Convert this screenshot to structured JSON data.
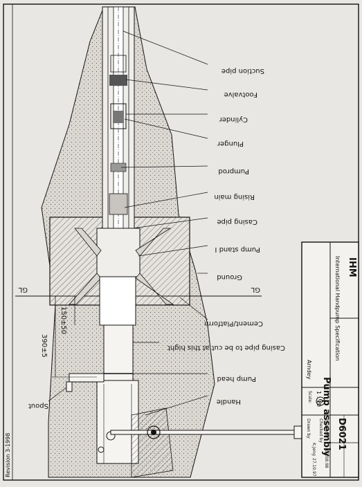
{
  "labels": {
    "suction_pipe": "Suction pipe",
    "footvalve": "Footvalve",
    "cylinder": "Cylinder",
    "plunger": "Plunger",
    "pumprod": "Pumprod",
    "rising_main": "Rising main",
    "casing_pipe": "Casing pipe",
    "pump_stand": "Pump stand I",
    "ground": "Ground",
    "cement_platform": "Cement/Platform",
    "casing_cut": "Casing pipe to be cut at this hight",
    "pump_head": "Pump head",
    "handle": "Handle",
    "spout": "Spout",
    "gl_left": "GL",
    "gl_right": "GL",
    "dim_150": "150±50",
    "dim_390": "390±5"
  },
  "title_block": {
    "drawing_title": "Pump assembly",
    "author": "Arndey",
    "specification": "International Handpump Specification",
    "logo_text": "IHM",
    "scale_label": "Scale:",
    "scale_value": "1 : 10",
    "drawing_number": "D6021",
    "drawn_by_label": "Drawn by",
    "drawn_by": "K.Jeng",
    "date": "27.10.97",
    "checked_label": "Checked by",
    "checked_date": "11.07.98",
    "approved_date": "02.08.98",
    "revision": "Revision 3-1998"
  },
  "colors": {
    "ink": "#111111",
    "paper": "#e9e7e3",
    "soil": "#dcd8d2"
  }
}
